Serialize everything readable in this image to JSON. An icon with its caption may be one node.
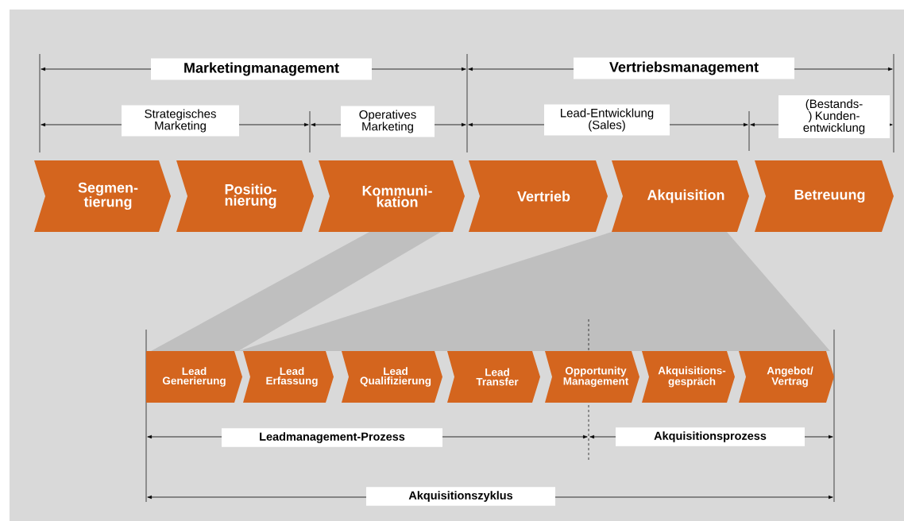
{
  "diagram": {
    "nodes": [
      {
        "text": [
          "Segmen- tierung"
        ]
      },
      {
        "text": [
          "Positio- nierung"
        ]
      },
      {
        "text": [
          "Kommuni- kation"
        ]
      },
      {
        "text": [
          "Vertrieb"
        ]
      },
      {
        "text": [
          "Akquisition"
        ]
      },
      {
        "text": [
          "Betreuung"
        ]
      },
      {
        "text": [
          "Lead Generierung"
        ]
      },
      {
        "text": [
          "Lead Erfassung"
        ]
      },
      {
        "text": [
          "Lead Qualifizierung"
        ]
      },
      {
        "text": [
          "Lead Transfer"
        ]
      },
      {
        "text": [
          "Opportunity Management"
        ]
      },
      {
        "text": [
          "Akquisitions- gespräch"
        ]
      },
      {
        "text": [
          "Angebot/ Vertrag"
        ]
      }
    ],
    "labels": [
      "Marketingmanagement",
      "Vertriebsmanagement",
      "Strategisches Marketing",
      "Operatives Marketing",
      "Lead-Entwicklung (Sales)",
      "(Bestands-) Kunden- entwicklung",
      "Leadmanagement-Prozess",
      "Akquisitionsprozess",
      "Akquisitionszyklus"
    ]
  }
}
